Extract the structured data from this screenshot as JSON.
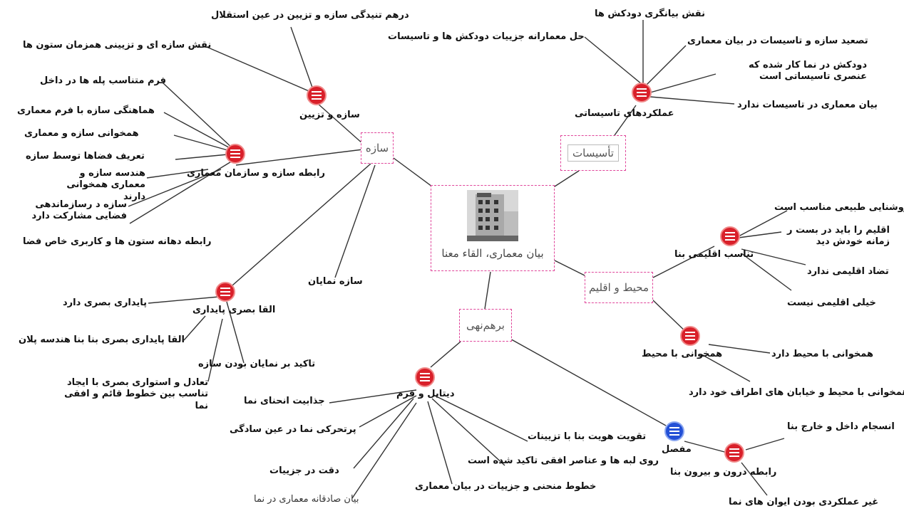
{
  "center": {
    "label": "بیان معماری، القاء معنا",
    "image": "building-photo"
  },
  "categories": {
    "structure": "سازه",
    "installations": "تأسیسات",
    "environment": "محیط و اقلیم",
    "tectonics": "برهم‌نهی"
  },
  "hubs": {
    "structure_decoration": "سازه و تزیین",
    "structure_org": "رابطه سازه و سازمان معماری",
    "visual_stability": "القا بصری پایداری",
    "visible_structure": "سازه نمایان",
    "installation_functions": "عملکردهای تاسیساتی",
    "climate_fit": "تناسب اقلیمی بنا",
    "env_harmony": "همخوانی با محیط",
    "detail_form": "دیتایل و فرم",
    "joint": "مفصل",
    "inside_outside": "رابطه درون و بیرون بنا"
  },
  "leaves": {
    "sd_1": "درهم تنیدگی سازه و تزیین در عین استقلال",
    "sd_2": "نقش سازه ای و تزیینی همزمان ستون ها",
    "so_1": "فرم متناسب پله ها در داخل",
    "so_2": "هماهنگی سازه با فرم معماری",
    "so_3": "همخوانی سازه و معماری",
    "so_4": "تعریف فضاها توسط سازه",
    "so_5": "هندسه سازه و معماری همخوانی دارند",
    "so_6": "سازه د رسازماندهی فضایی مشارکت دارد",
    "so_7": "رابطه دهانه ستون ها و کاربری خاص فضا",
    "vs_1": "پایداری بصری دارد",
    "vs_2": "القا پایداری بصری بنا بنا هندسه پلان",
    "vs_3": "تاکید بر نمایان بودن سازه",
    "vs_4": "تعادل و استواری بصری با ایجاد تناسب بین خطوط  قائم و افقی نما",
    "if_1": "نقش بیانگری دودکش ها",
    "if_2": "حل معمارانه جزییات دودکش ها و تاسیسات",
    "if_3": "تصعید سازه و تاسیسات در بیان معماری",
    "if_4": "دودکش در نما کار شده که عنصری تاسیساتی است",
    "if_5": "بیان معماری در تاسیسات ندارد",
    "cf_1": "روشنایی طبیعی مناسب است",
    "cf_2": "اقلیم را باید در بست ر زمانه خودش دید",
    "cf_3": "تضاد اقلیمی ندارد",
    "cf_4": "خیلی اقلیمی نیست",
    "eh_1": "همخوانی با محیط دارد",
    "eh_2": "همخوانی با محیط و خیابان های اطراف خود دارد",
    "df_1": "جذابیت انحنای نما",
    "df_2": "پرتحرکی نما در عین سادگی",
    "df_3": "دقت در جزییات",
    "df_4": "بیان صادقانه معماری در نما",
    "df_5": "خطوط منحنی و جزییات در بیان معماری",
    "df_6": "روی لبه ها و عناصر افقی تاکید شده است",
    "df_7": "تقویت هویت بنا با تزیینات",
    "io_1": "انسجام داخل و خارج بنا",
    "io_2": "غیر عملکردی بودن ایوان های نما"
  },
  "colors": {
    "hub_icon": "#d9202a",
    "joint_icon": "#2350d6",
    "dashed_border": "#e0449a",
    "line": "#333333"
  }
}
